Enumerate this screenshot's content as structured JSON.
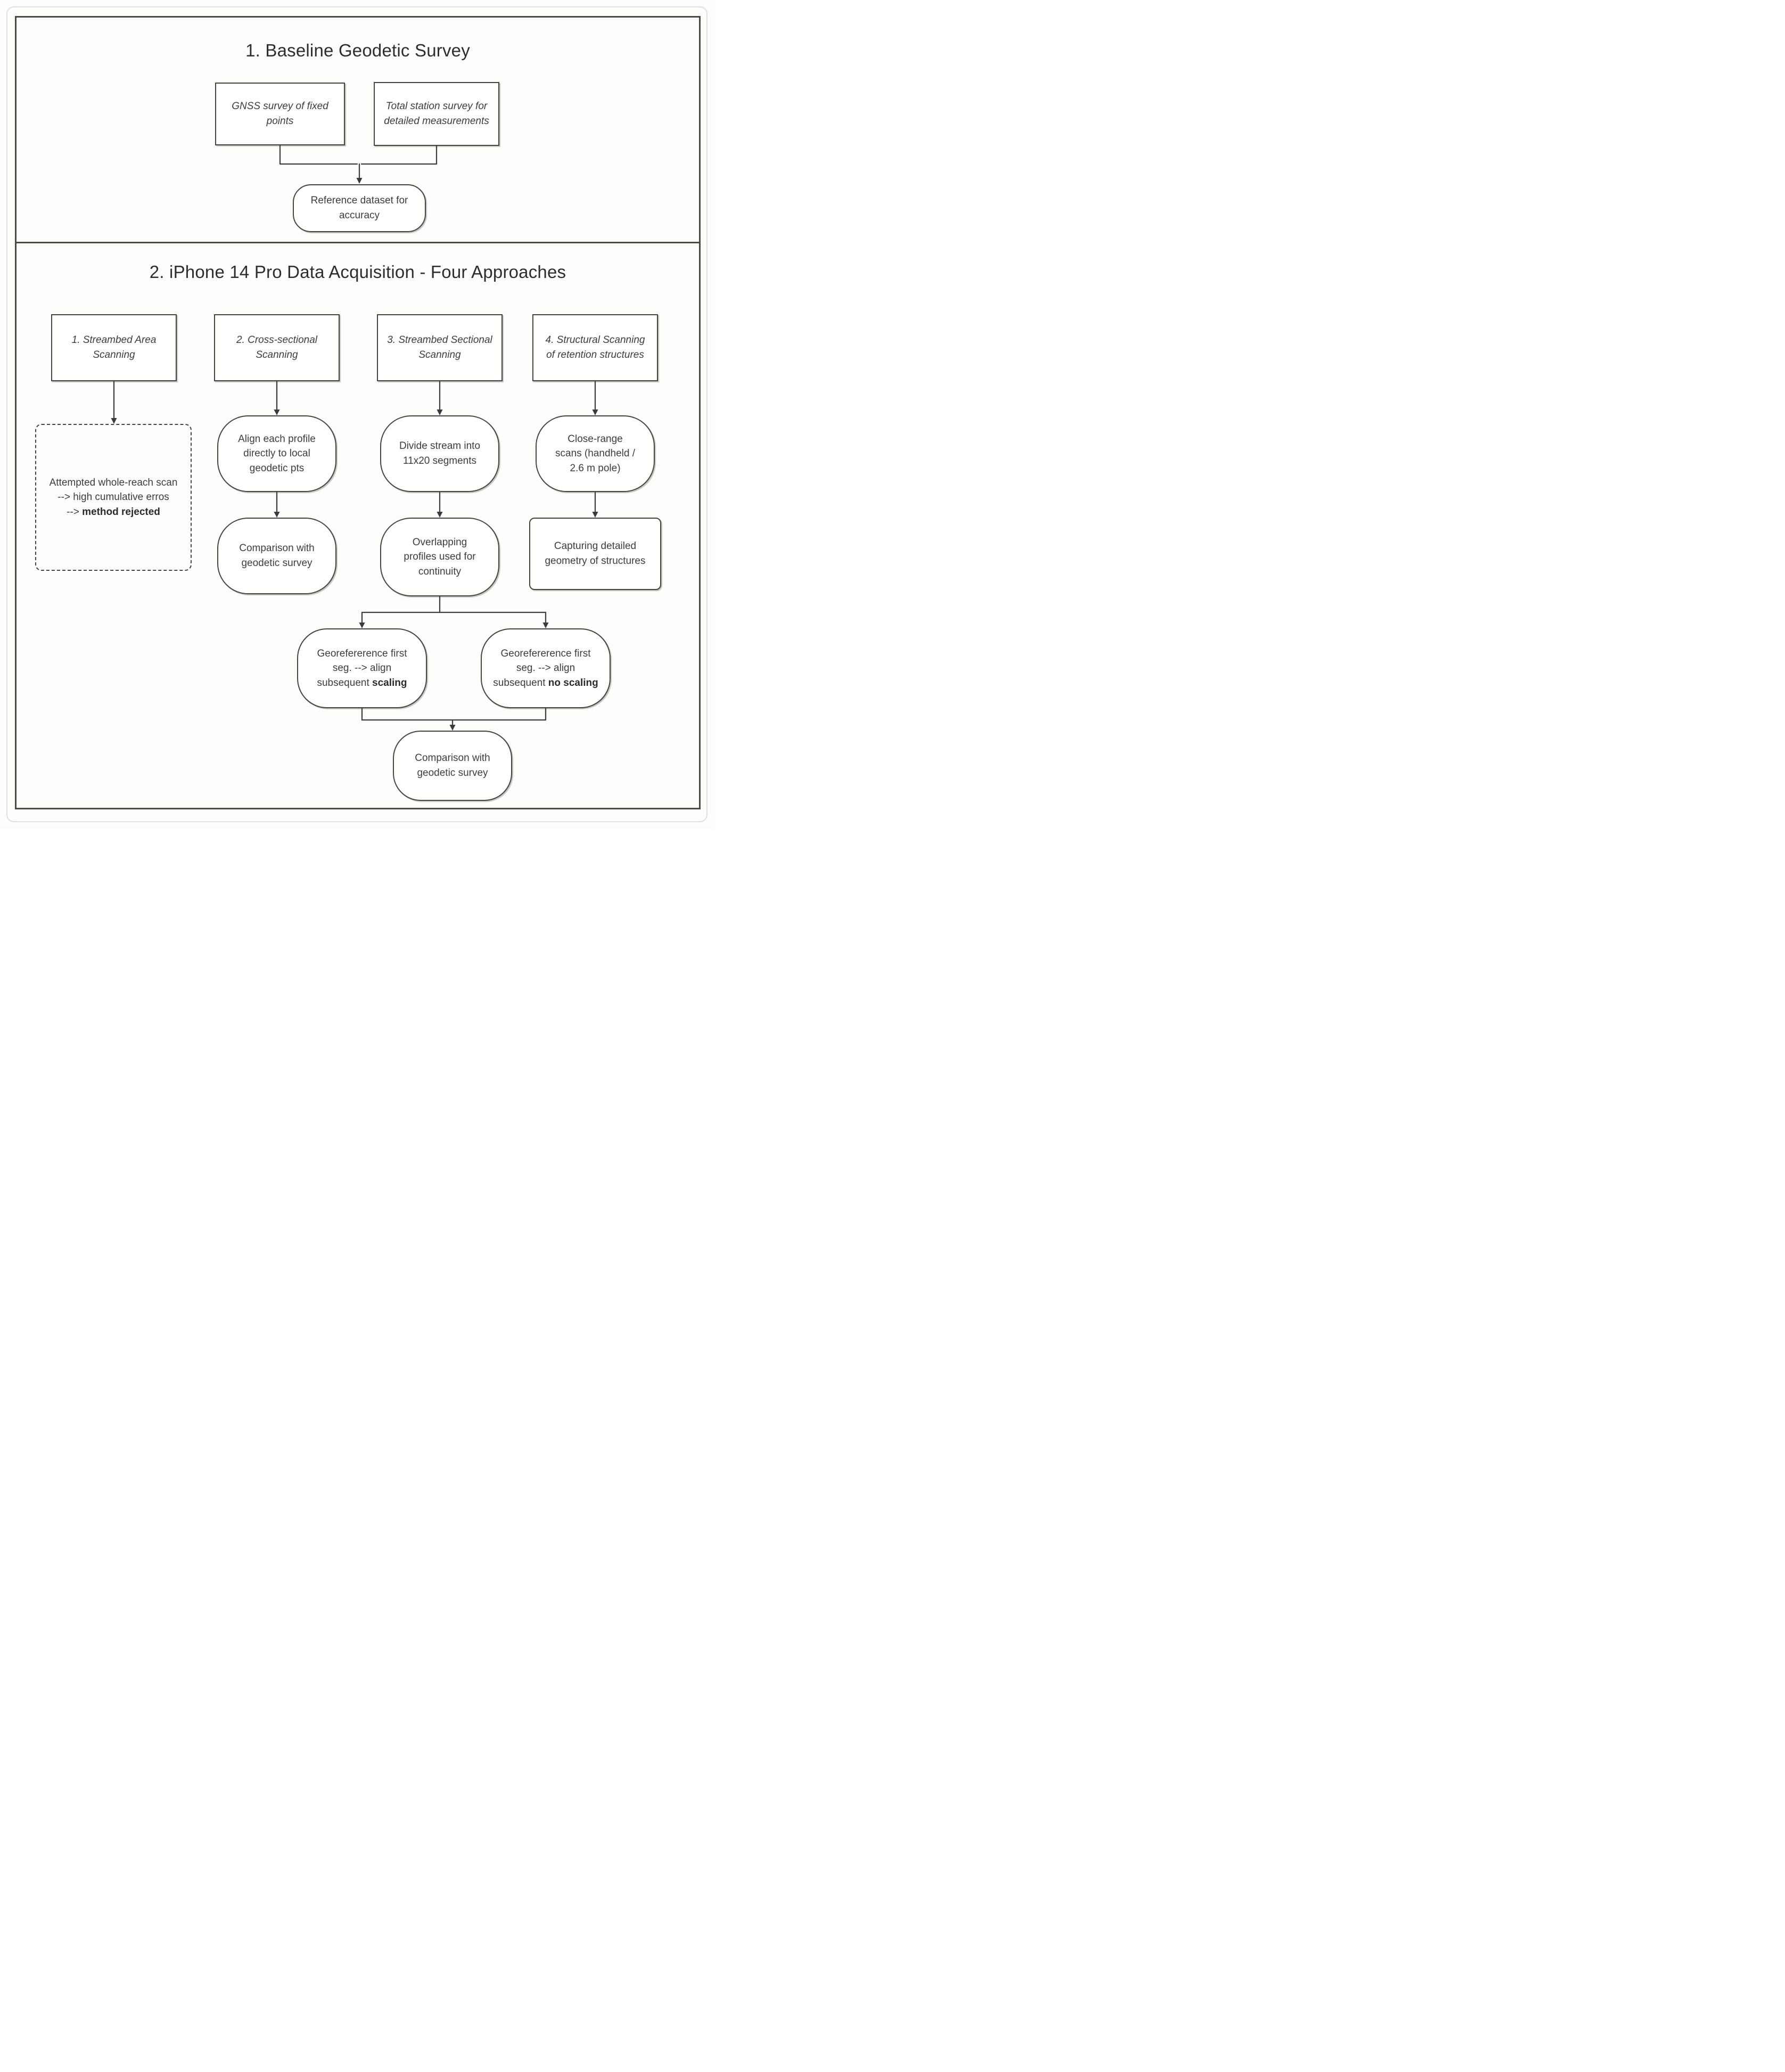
{
  "diagram": {
    "section1": {
      "title": "1. Baseline Geodetic Survey",
      "gnss_box": "GNSS survey of fixed points",
      "total_station_box": "Total station survey for detailed measurements",
      "reference_box": "Reference dataset for accuracy"
    },
    "section2": {
      "title": "2. iPhone 14 Pro Data Acquisition - Four Approaches",
      "approach1": {
        "header": "1. Streambed Area Scanning",
        "attempt_line": "Attempted whole-reach scan",
        "error_line": "--> high cumulative erros",
        "rejected_prefix": "--> ",
        "rejected_bold": "method rejected"
      },
      "approach2": {
        "header": "2. Cross-sectional Scanning",
        "align_box": "Align each profile directly to local geodetic pts",
        "comparison_box": "Comparison with geodetic survey"
      },
      "approach3": {
        "header": "3. Streambed Sectional Scanning",
        "divide_box": "Divide stream into 11x20 segments",
        "overlap_box": "Overlapping profiles used for continuity",
        "georef_scaling": {
          "body": "Georefererence first seg. --> align subsequent",
          "bold": "scaling"
        },
        "georef_no_scaling": {
          "body": "Georefererence first seg. --> align subsequent",
          "bold": "no scaling"
        },
        "final_comparison_box": "Comparison with geodetic survey"
      },
      "approach4": {
        "header": "4. Structural Scanning of retention structures",
        "scan_box": "Close-range scans (handheld / 2.6 m pole)",
        "capture_box": "Capturing detailed geometry of structures"
      }
    }
  }
}
